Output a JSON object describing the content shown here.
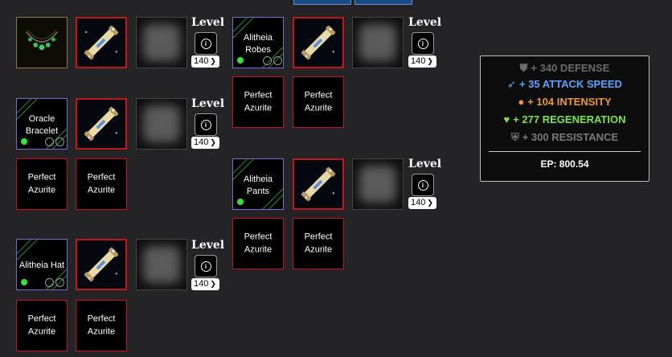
{
  "level": {
    "label": "Level",
    "value": "140"
  },
  "gems": {
    "azurite": "Perfect\nAzurite"
  },
  "items": {
    "robes": "Alitheia\nRobes",
    "bracelet": "Oracle\nBracelet",
    "pants": "Alitheia\nPants",
    "hat": "Alitheia Hat"
  },
  "stats": {
    "defense": "+ 340 DEFENSE",
    "attack_speed": "+ 35 ATTACK SPEED",
    "intensity": "+ 104 INTENSITY",
    "regeneration": "+ 277 REGENERATION",
    "resistance": "+ 300 RESISTANCE",
    "ep": "EP: 800.54"
  },
  "colors": {
    "defense": "#6a6a6a",
    "attack_speed": "#5aa4ff",
    "intensity": "#e89a2a",
    "regeneration": "#7fe34e",
    "resistance": "#7a7a7a",
    "slot_border_red": "#c0161c",
    "item_border_purple": "#7b6bd6",
    "gem_dot": "#31e63b"
  }
}
